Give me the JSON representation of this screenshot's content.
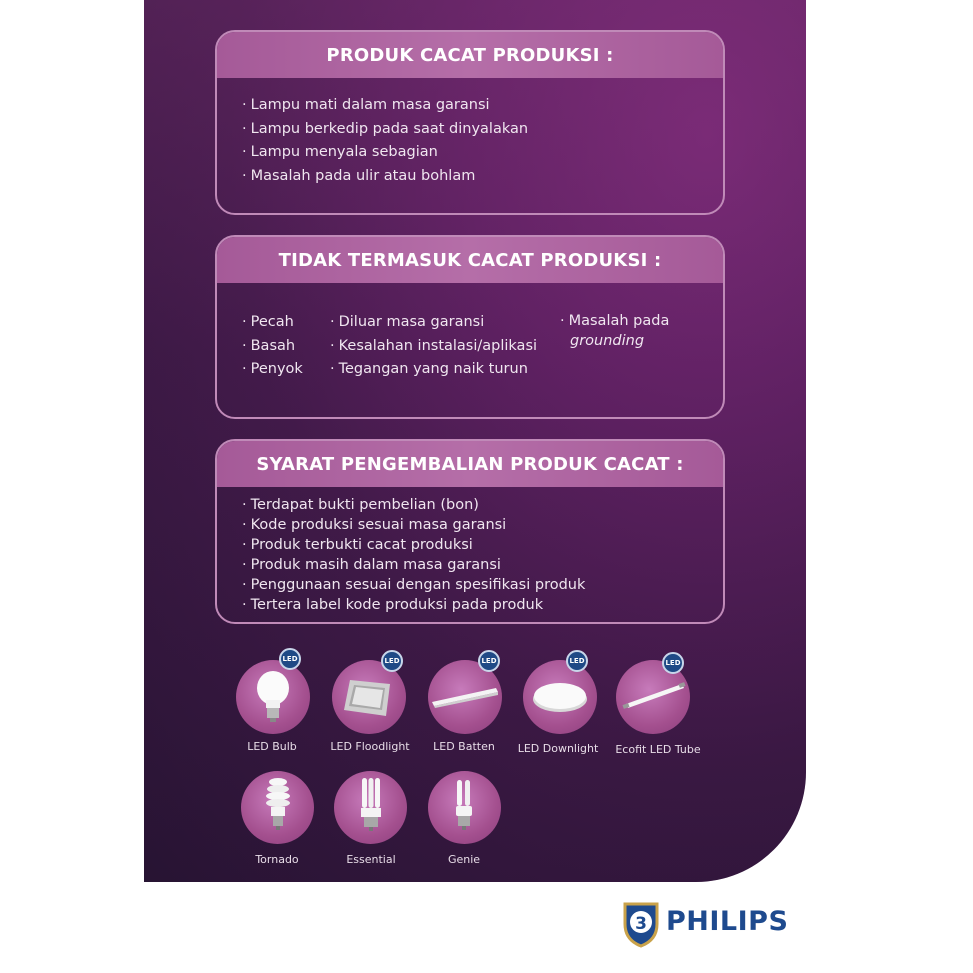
{
  "defects": {
    "title": "PRODUK CACAT PRODUKSI  :",
    "items": [
      "Lampu mati dalam masa garansi",
      "Lampu berkedip pada saat dinyalakan",
      "Lampu menyala sebagian",
      "Masalah pada ulir atau bohlam"
    ]
  },
  "not_defects": {
    "title": "TIDAK TERMASUK CACAT PRODUKSI :",
    "col1": [
      "Pecah",
      "Basah",
      "Penyok"
    ],
    "col2": [
      "Diluar masa garansi",
      "Kesalahan instalasi/aplikasi",
      "Tegangan yang naik turun"
    ],
    "col3_line1": "Masalah pada",
    "col3_line2": "grounding"
  },
  "return_terms": {
    "title": "SYARAT PENGEMBALIAN PRODUK CACAT :",
    "items": [
      "Terdapat bukti pembelian (bon)",
      "Kode produksi sesuai masa garansi",
      "Produk terbukti cacat produksi",
      "Produk masih dalam masa garansi",
      "Penggunaan sesuai dengan spesifikasi produk",
      "Tertera label kode produksi pada produk"
    ]
  },
  "products": [
    {
      "label": "LED Bulb",
      "badge": "LED",
      "icon": "led-bulb-icon"
    },
    {
      "label": "LED Floodlight",
      "badge": "LED",
      "icon": "floodlight-icon"
    },
    {
      "label": "LED Batten",
      "badge": "LED",
      "icon": "batten-icon"
    },
    {
      "label": "LED Downlight",
      "badge": "LED",
      "icon": "downlight-icon"
    },
    {
      "label": "Ecofit LED Tube",
      "badge": "LED",
      "icon": "led-tube-icon"
    },
    {
      "label": "Tornado",
      "icon": "spiral-cfl-icon"
    },
    {
      "label": "Essential",
      "icon": "cfl-essential-icon"
    },
    {
      "label": "Genie",
      "icon": "cfl-genie-icon"
    }
  ],
  "brand": {
    "name": "PHILIPS",
    "warranty_badge": "3"
  },
  "colors": {
    "panel": "#5f2163",
    "header": "#b56ea8",
    "brand": "#1e4a8e"
  }
}
